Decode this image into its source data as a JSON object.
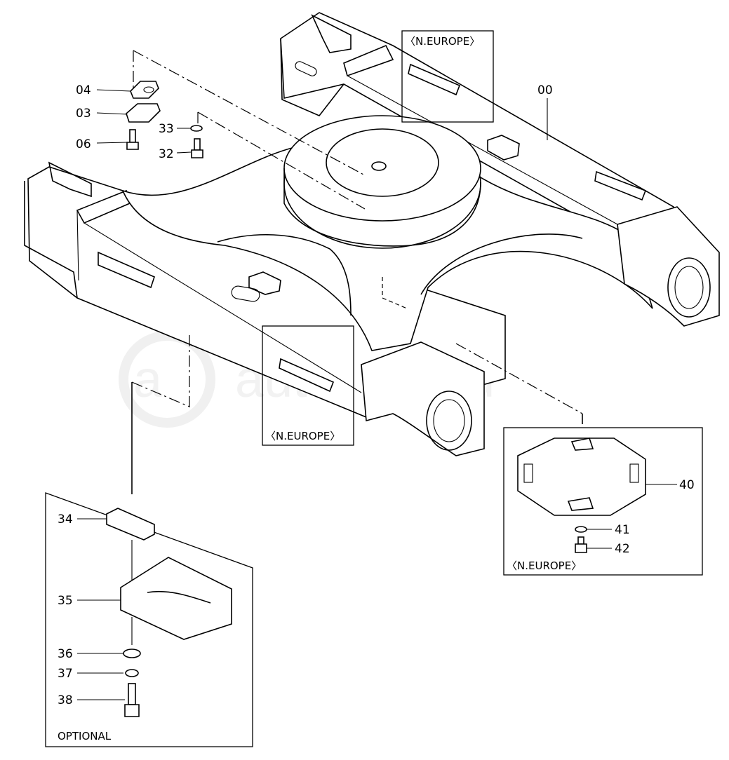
{
  "watermark": {
    "text": "autopiter.ru"
  },
  "callouts": {
    "c00": "00",
    "c03": "03",
    "c04": "04",
    "c06": "06",
    "c32": "32",
    "c33": "33",
    "c34": "34",
    "c35": "35",
    "c36": "36",
    "c37": "37",
    "c38": "38",
    "c40": "40",
    "c41": "41",
    "c42": "42"
  },
  "regions": {
    "north_europe_top": "〈N.EUROPE〉",
    "north_europe_middle": "〈N.EUROPE〉",
    "north_europe_inset": "〈N.EUROPE〉",
    "optional_inset": "OPTIONAL"
  }
}
